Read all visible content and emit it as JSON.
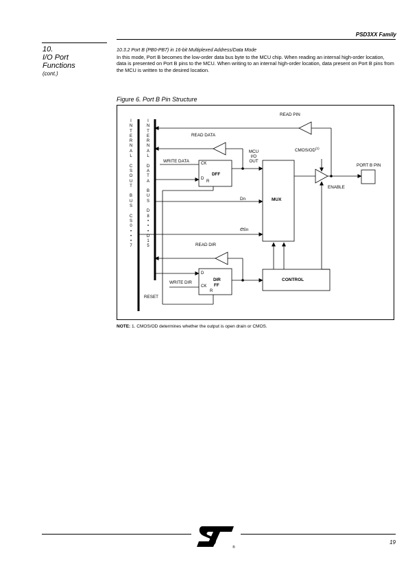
{
  "header": {
    "family": "PSD3XX Family"
  },
  "section": {
    "number": "10.",
    "title_line1": "I/O Port",
    "title_line2": "Functions",
    "cont": "(cont.)"
  },
  "subsection": {
    "heading": "10.3.2  Port B (PB0-PB7) in 16-bit Multiplexed Address/Data Mode"
  },
  "body": {
    "paragraph": "In this mode, Port B becomes the low-order data bus byte to the MCU chip. When reading an internal high-order location, data is presented on Port B pins to the MCU. When writing to an internal high-order location, data present on Port B pins from the MCU is written to the desired location."
  },
  "figure": {
    "caption": "Figure 6. Port B Pin Structure",
    "labels": {
      "internal_cs_bus": [
        "I",
        "N",
        "T",
        "E",
        "R",
        "N",
        "A",
        "L",
        "",
        "C",
        "S",
        "O",
        "U",
        "T",
        "",
        "B",
        "U",
        "S",
        "",
        "C",
        "S",
        "0",
        "•",
        "•",
        "•",
        "7"
      ],
      "internal_data_bus": [
        "I",
        "N",
        "T",
        "E",
        "R",
        "N",
        "A",
        "L",
        "",
        "D",
        "A",
        "T",
        "A",
        "",
        "B",
        "U",
        "S",
        "",
        "D",
        "8",
        "•",
        "•",
        "•",
        "D",
        "1",
        "5"
      ],
      "read_pin": "READ PIN",
      "read_data": "READ DATA",
      "write_data": "WRITE DATA",
      "mcu_io_out_1": "MCU",
      "mcu_io_out_2": "I/O",
      "mcu_io_out_3": "OUT",
      "cmos_od": "CMOS/OD",
      "cmos_od_sup": "(1)",
      "port_b_pin": "PORT B PIN",
      "enable": "ENABLE",
      "ck": "CK",
      "dff": "DFF",
      "d": "D",
      "r": "R",
      "dn": "Dn",
      "csn": "CSn",
      "mux": "MUX",
      "read_dir": "READ DIR",
      "write_dir": "WRITE DIR",
      "dir": "DIR",
      "ff": "FF",
      "control": "CONTROL",
      "reset": "RESET"
    }
  },
  "note": {
    "label": "NOTE:",
    "text": "1. CMOS/OD determines whether the output is open drain or CMOS."
  },
  "footer": {
    "page": "19"
  }
}
